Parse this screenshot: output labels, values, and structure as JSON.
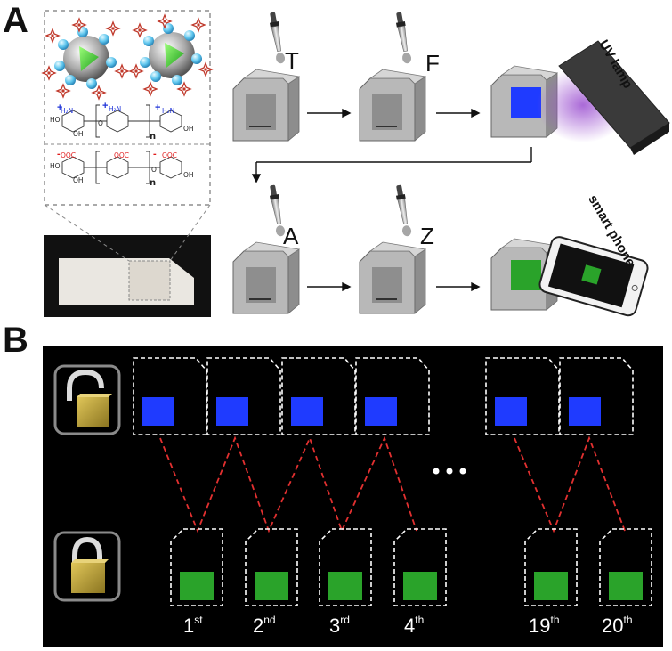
{
  "panels": {
    "a_label": "A",
    "b_label": "B"
  },
  "panel_a": {
    "steps": [
      "T",
      "F",
      "A",
      "Z"
    ],
    "uv_lamp_label": "UV lamp",
    "smart_phone_label": "smart phone",
    "chem_labels": {
      "amine_1": "H₂N",
      "amine_2": "H₂N",
      "amine_3": "H₂N",
      "carboxyl_1": "OOC",
      "carboxyl_2": "OOC",
      "carboxyl_3": "OOC",
      "repeat_n": "n",
      "hydroxyl": "OH",
      "hydroxyl_ho": "HO",
      "oxygen": "O"
    }
  },
  "panel_b": {
    "ordinals": [
      {
        "num": "1",
        "suffix": "st"
      },
      {
        "num": "2",
        "suffix": "nd"
      },
      {
        "num": "3",
        "suffix": "rd"
      },
      {
        "num": "4",
        "suffix": "th"
      },
      {
        "num": "19",
        "suffix": "th"
      },
      {
        "num": "20",
        "suffix": "th"
      }
    ],
    "ellipsis": "• • •"
  },
  "colors": {
    "blue_square": "#1f3bff",
    "green_square": "#2aa32a",
    "red_dash": "#e23030",
    "uv_glow": "#9b4fd0",
    "lock_gold": "#c8a83a"
  }
}
